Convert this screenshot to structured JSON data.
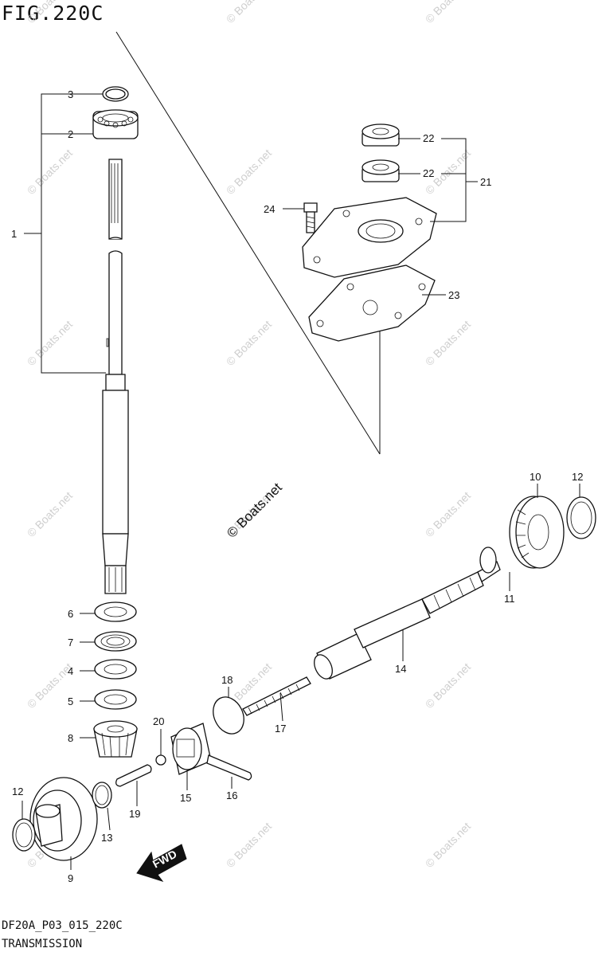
{
  "figure": {
    "title": "FIG.220C",
    "doc_code": "DF20A_P03_015_220C",
    "section_name": "TRANSMISSION"
  },
  "callouts": [
    "1",
    "2",
    "3",
    "4",
    "5",
    "6",
    "7",
    "8",
    "9",
    "10",
    "11",
    "12",
    "12",
    "13",
    "14",
    "15",
    "16",
    "17",
    "18",
    "19",
    "20",
    "21",
    "22",
    "22",
    "23",
    "24"
  ],
  "watermark": {
    "text": "© Boats.net",
    "center_text": "© Boats.net"
  },
  "fwd_arrow": {
    "label": "FWD"
  }
}
